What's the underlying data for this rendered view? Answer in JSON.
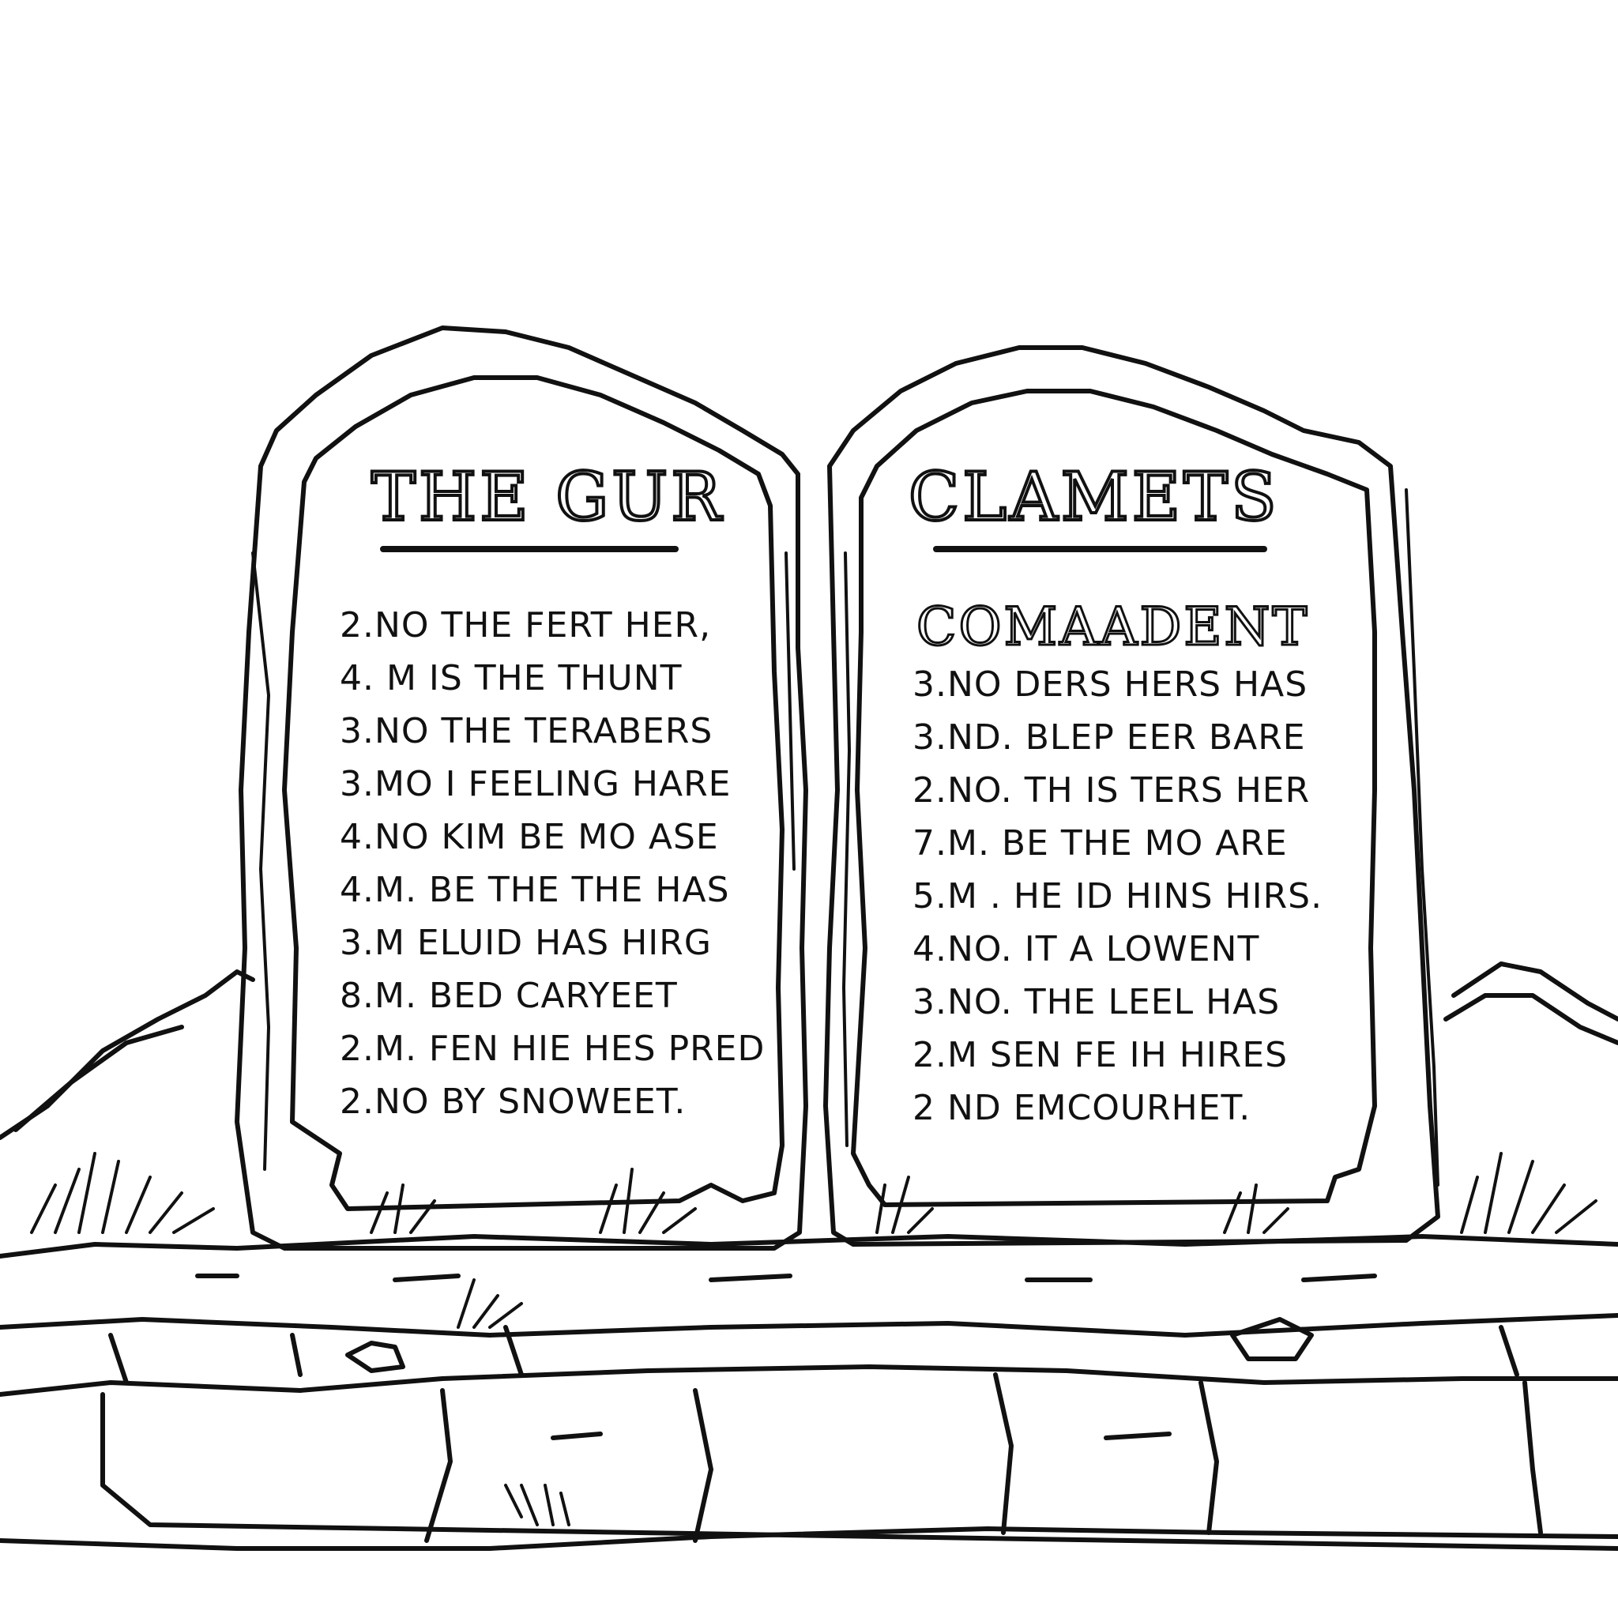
{
  "left_tablet": {
    "title": "THE GUR",
    "rules": [
      "2.NO THE FERT HER,",
      "4. M  IS THE THUNT",
      "3.NO  THE TERABERS",
      "3.MO  I FEELING HARE",
      "4.NO KIM BE MO ASE",
      "4.M.  BE THE THE HAS",
      "3.M   ELUID HAS HIRG",
      "8.M.  BED CARYEET",
      "2.M.  FEN HIE HES PRED",
      "2.NO  BY SNOWEET."
    ]
  },
  "right_tablet": {
    "title": "CLAMETS",
    "subtitle": "COMAADENT",
    "rules": [
      "3.NO  DERS HERS HAS",
      "3.ND.  BLEP EER BARE",
      "2.NO.  TH IS TERS HER",
      "7.M.   BE THE MO ARE",
      "5.M .   HE ID HINS HIRS.",
      "4.NO.  IT A LOWENT",
      "3.NO.  THE LEEL HAS",
      "2.M    SEN FE IH HIRES",
      "2 ND   EMCOURHET."
    ]
  },
  "colors": {
    "line": "#111111",
    "background": "#ffffff"
  }
}
